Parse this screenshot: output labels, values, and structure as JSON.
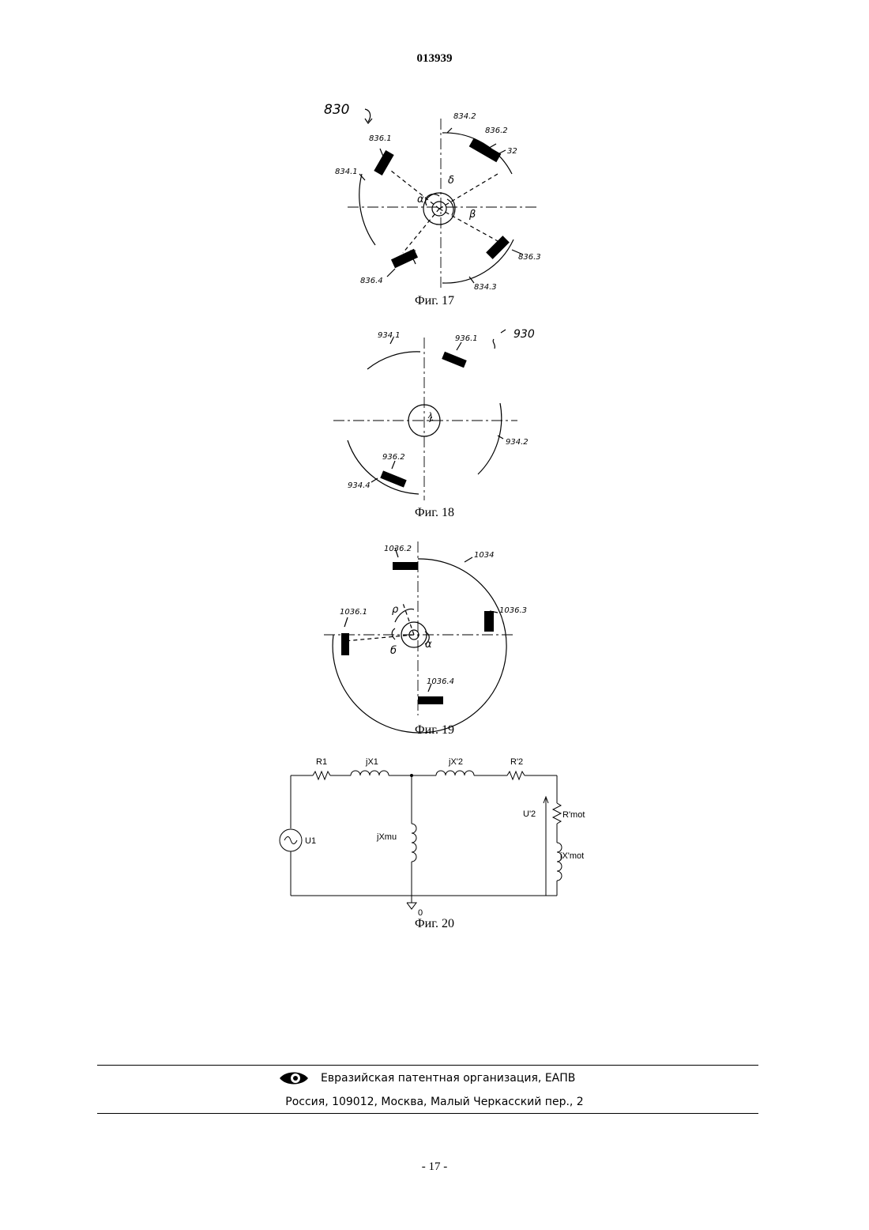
{
  "header": {
    "doc_number": "013939"
  },
  "figures": {
    "fig17": {
      "caption": "Фиг. 17",
      "labels": {
        "ref": "830",
        "l834_1": "834.1",
        "l834_2": "834.2",
        "l834_3": "834.3",
        "l836_1": "836.1",
        "l836_2": "836.2",
        "l836_3": "836.3",
        "l836_4": "836.4",
        "l32": "32",
        "alpha": "α",
        "beta": "β",
        "gamma": "γ",
        "delta": "δ"
      }
    },
    "fig18": {
      "caption": "Фиг. 18",
      "labels": {
        "ref": "930",
        "l934_1": "934.1",
        "l934_2": "934.2",
        "l934_4": "934.4",
        "l936_1": "936.1",
        "l936_2": "936.2",
        "lambda": "λ"
      }
    },
    "fig19": {
      "caption": "Фиг. 19",
      "labels": {
        "l1034": "1034",
        "l1036_1": "1036.1",
        "l1036_2": "1036.2",
        "l1036_3": "1036.3",
        "l1036_4": "1036.4",
        "rho": "ρ",
        "delta": "б",
        "alpha": "α"
      }
    },
    "fig20": {
      "caption": "Фиг. 20",
      "labels": {
        "R1": "R1",
        "jX1": "jX1",
        "jX2": "jX'2",
        "R2": "R'2",
        "U1": "U1",
        "jXmu": "jXmu",
        "U2": "U'2",
        "Rmot": "R'mot",
        "jXmot": "jX'mot",
        "ground": "0"
      }
    }
  },
  "footer": {
    "org": "Евразийская патентная организация, ЕАПВ",
    "address": "Россия, 109012, Москва, Малый Черкасский пер., 2"
  },
  "page_number": "- 17 -"
}
